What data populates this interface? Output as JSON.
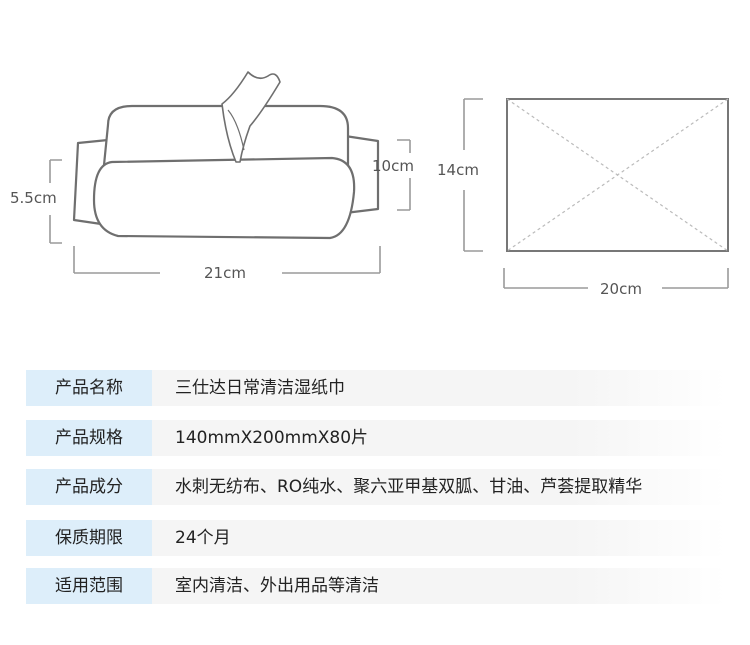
{
  "dimensions": {
    "pack_height": "5.5cm",
    "pack_depth": "10cm",
    "pack_length": "21cm",
    "sheet_height": "14cm",
    "sheet_width": "20cm"
  },
  "specs": [
    {
      "key": "产品名称",
      "value": "三仕达日常清洁湿纸巾"
    },
    {
      "key": "产品规格",
      "value": "140mmX200mmX80片"
    },
    {
      "key": "产品成分",
      "value": "水刺无纺布、RO纯水、聚六亚甲基双胍、甘油、芦荟提取精华"
    },
    {
      "key": "保质期限",
      "value": "24个月"
    },
    {
      "key": "适用范围",
      "value": "室内清洁、外出用品等清洁"
    }
  ],
  "colors": {
    "label_bg": "#ddeefa",
    "row_bg": "#f5f5f5",
    "line": "#9a9a9a"
  }
}
